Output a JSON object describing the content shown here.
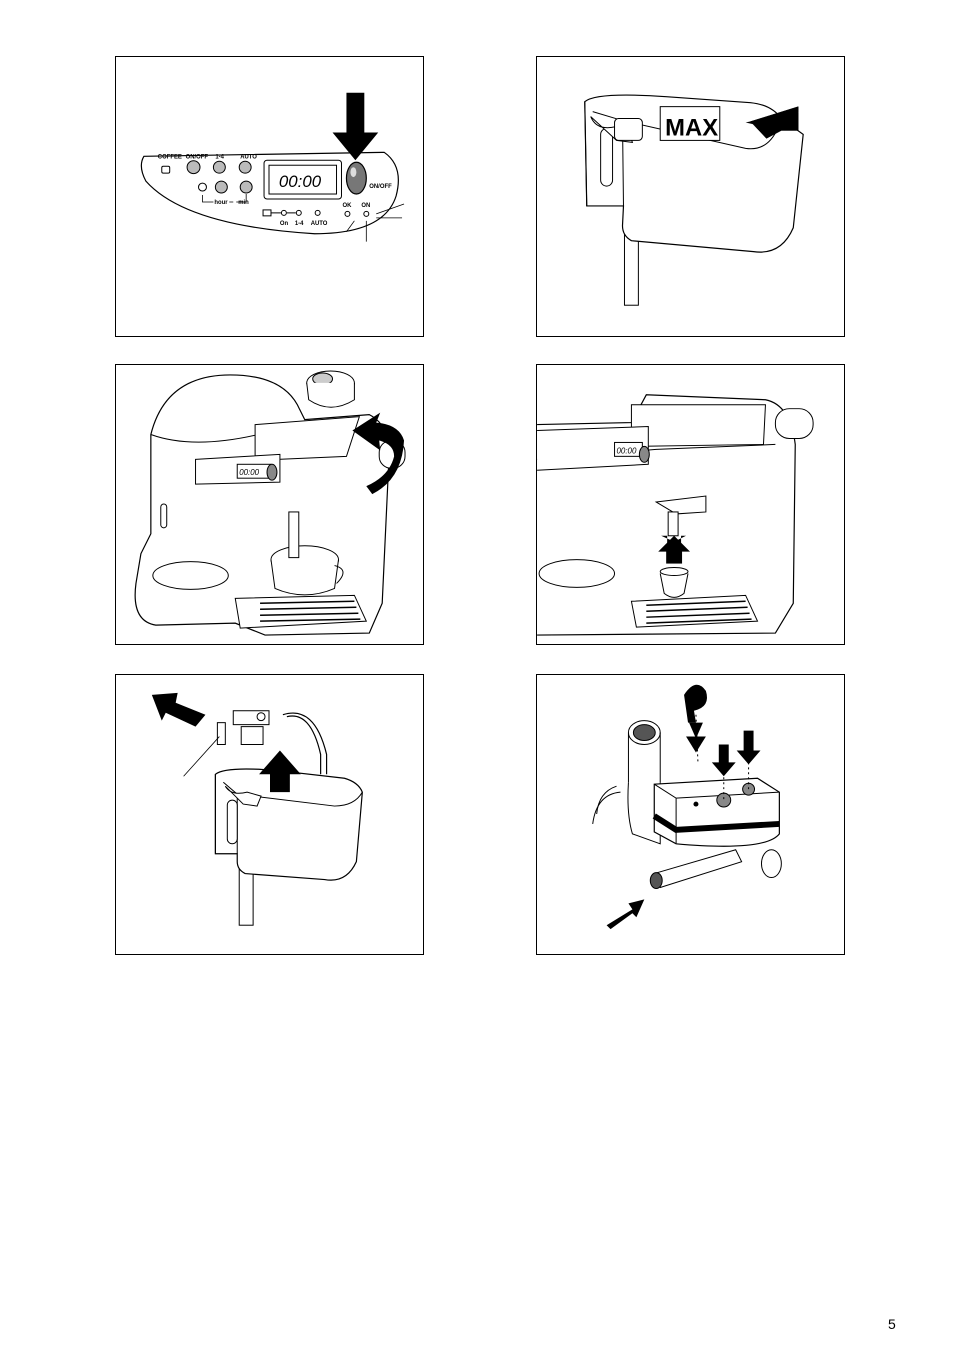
{
  "page_number": "5",
  "figure1": {
    "coffee": "COFFEE",
    "on_off": "ON/OFF",
    "one_four": "1-4",
    "auto": "AUTO",
    "hour": "hour",
    "min": "min",
    "display": "00:00",
    "on_off_right": "ON/OFF",
    "ok": "OK",
    "on_right": "ON",
    "on": "On",
    "one_four_bottom": "1-4",
    "auto_bottom": "AUTO"
  },
  "figure2": {
    "max_label": "MAX"
  },
  "figure3": {
    "display": "00:00"
  },
  "figure4": {
    "display": "00:00"
  }
}
